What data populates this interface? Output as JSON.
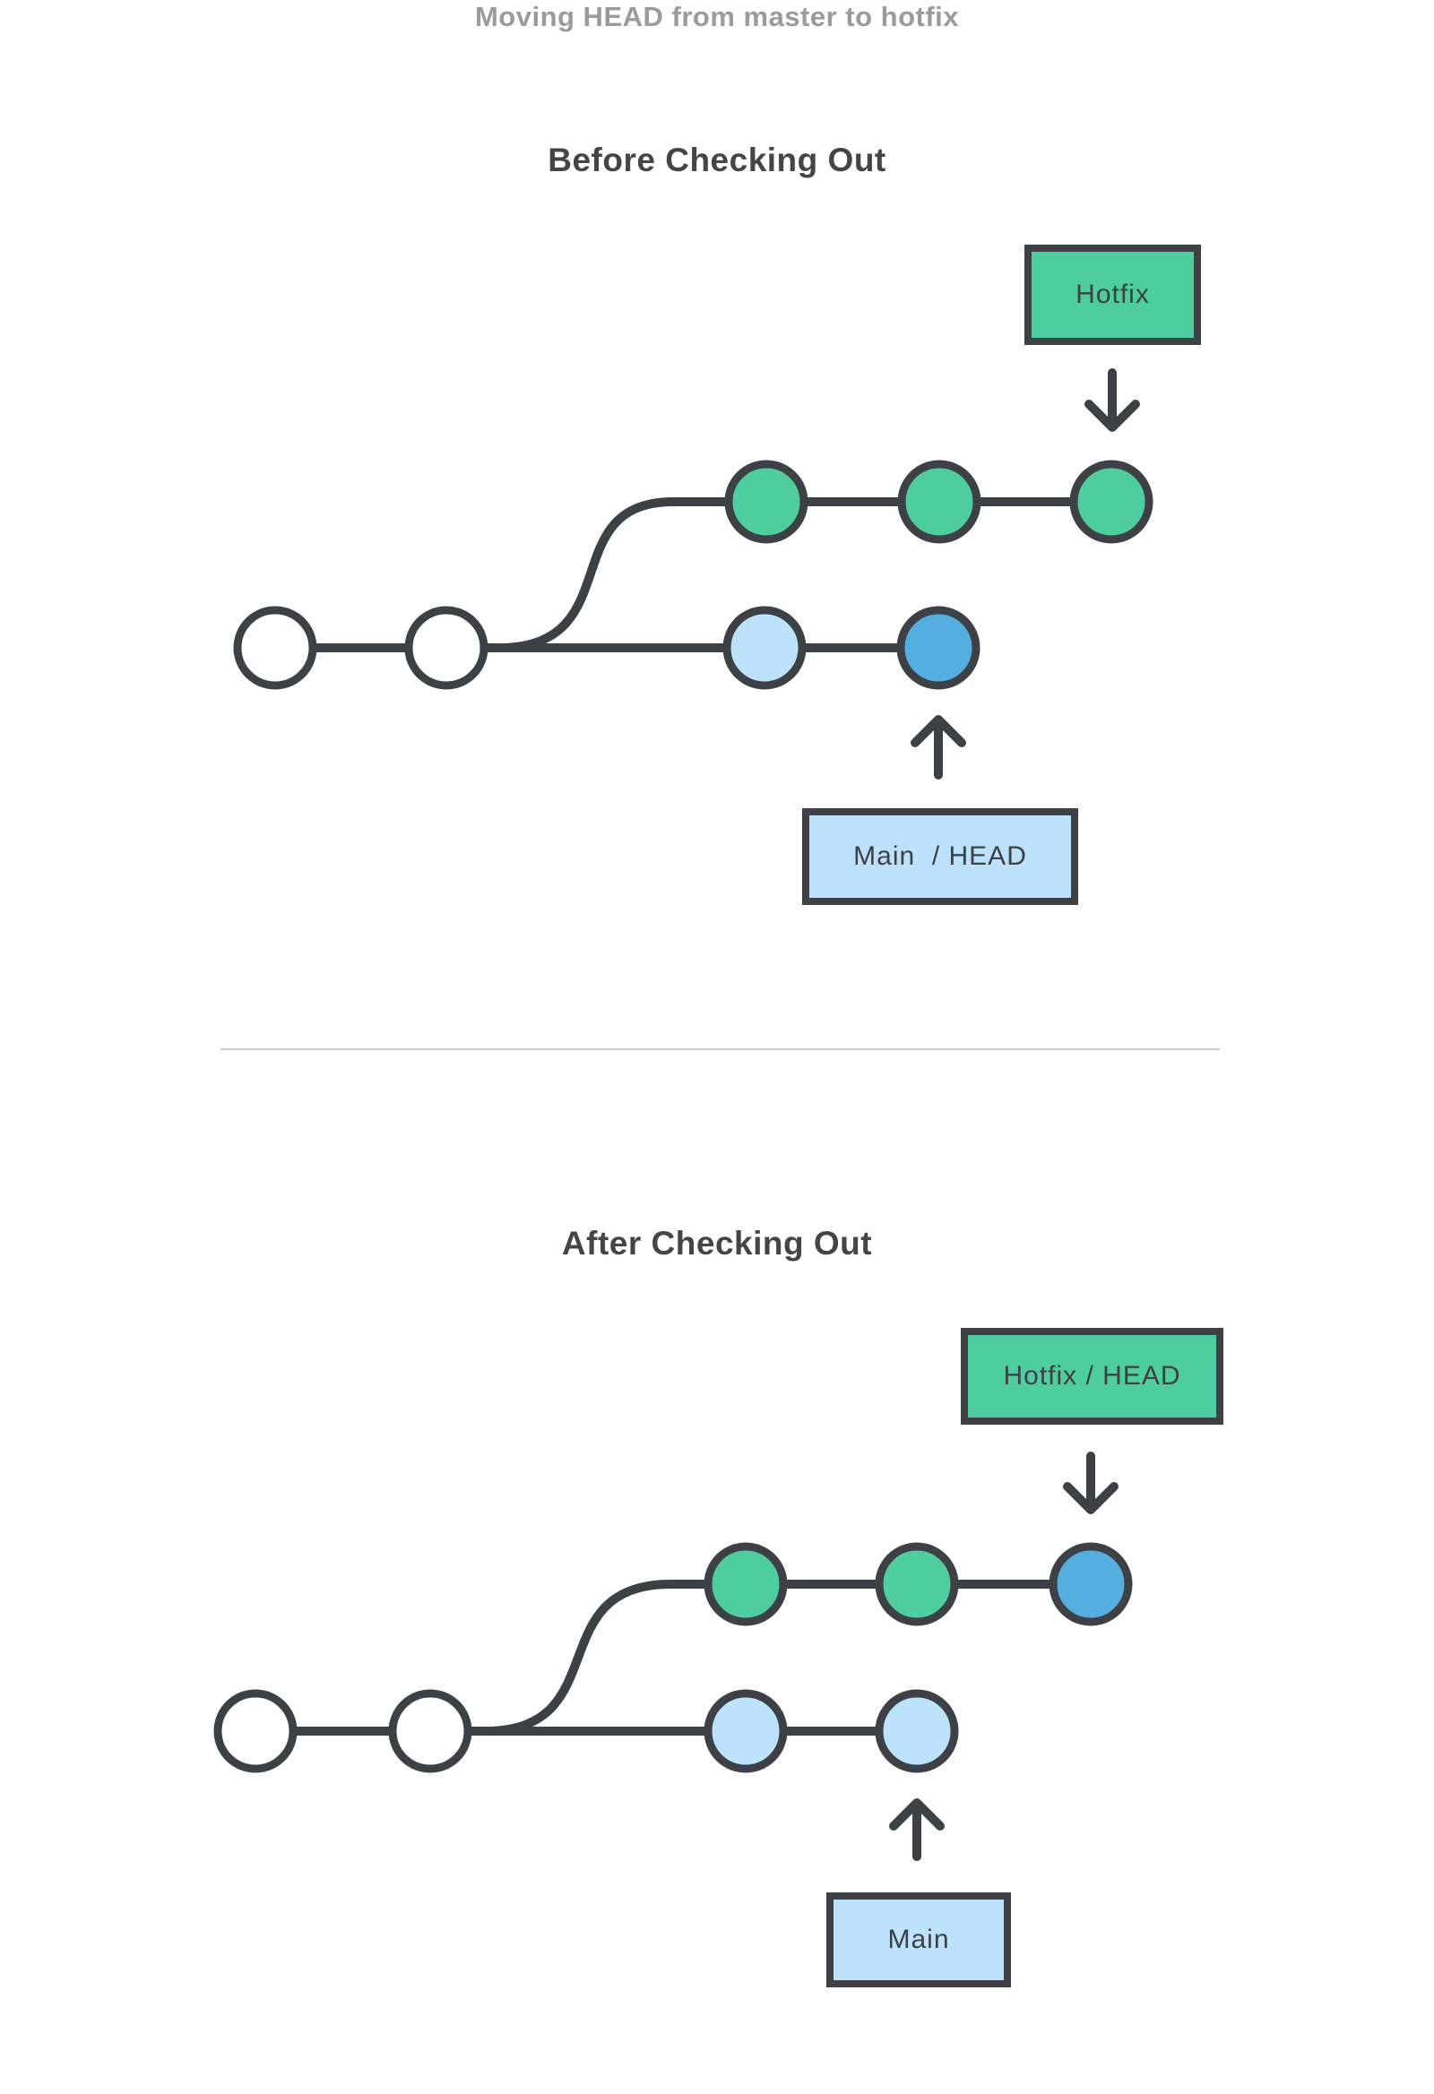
{
  "title": "Moving HEAD from master to hotfix",
  "colors": {
    "green": "#4ECD9D",
    "light_blue": "#BCE3FB",
    "blue": "#55AEE0",
    "dark": "#3D4045",
    "node_white": "#FFFFFF",
    "title_gray": "#9B9B9B",
    "heading": "#454545",
    "divider": "#CCCCCC"
  },
  "icons": {
    "down_arrow": "↓",
    "up_arrow": "↑"
  },
  "sections": [
    {
      "heading": "Before Checking Out",
      "branch_label": "Hotfix",
      "head_label": "Main  / HEAD"
    },
    {
      "heading": "After Checking Out",
      "branch_label": "Hotfix / HEAD",
      "head_label": "Main"
    }
  ]
}
